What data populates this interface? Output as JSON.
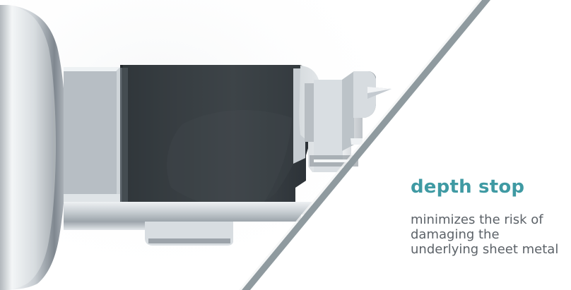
{
  "illustration": {
    "image_name": "depth-stop-tool-illustration",
    "accent_color": "#3f9aa3",
    "frame_color": "#3e7f82",
    "body_color": "#30363b",
    "metal_color": "#cfd3d6"
  },
  "caption": {
    "title": "depth stop",
    "body": "minimizes the risk of damaging the underlying sheet metal"
  }
}
